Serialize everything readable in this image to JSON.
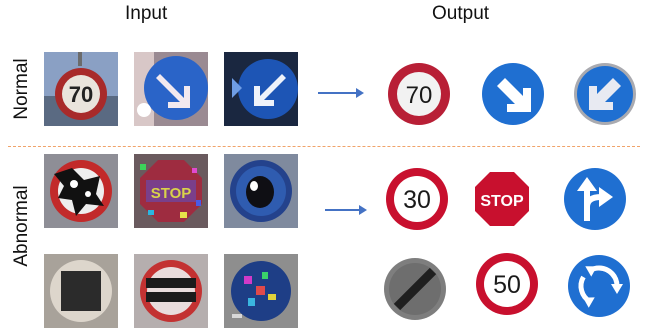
{
  "headers": {
    "input": "Input",
    "output": "Output"
  },
  "rows": {
    "normal": "Normal",
    "abnormal": "Abnormal"
  },
  "output_signs": {
    "normal": [
      "70",
      "",
      ""
    ],
    "abnormal_top": [
      "30",
      "STOP",
      ""
    ],
    "abnormal_bottom": [
      "",
      "50",
      ""
    ]
  },
  "input_signs": {
    "normal": [
      "70",
      "",
      ""
    ],
    "abnormal_top": [
      "",
      "STOP",
      ""
    ]
  },
  "colors": {
    "arrow": "#4472c4",
    "divider": "#f0a36a",
    "sign_red": "#c8102e",
    "sign_blue": "#1f6fd1"
  }
}
